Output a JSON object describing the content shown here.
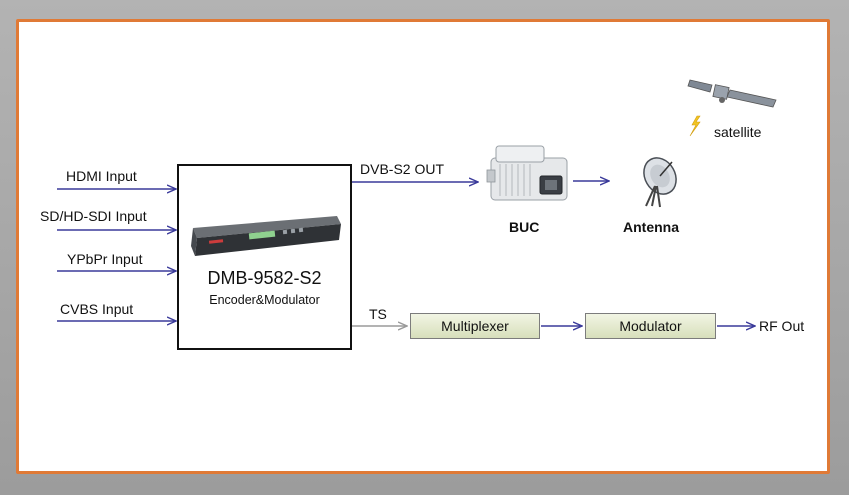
{
  "inputs": [
    {
      "label": "HDMI Input"
    },
    {
      "label": "SD/HD-SDI Input"
    },
    {
      "label": "YPbPr Input"
    },
    {
      "label": "CVBS Input"
    }
  ],
  "device": {
    "name": "DMB-9582-S2",
    "subtitle": "Encoder&Modulator"
  },
  "outputs": {
    "dvb_label": "DVB-S2 OUT",
    "ts_label": "TS",
    "rf_label": "RF Out"
  },
  "blocks": {
    "multiplexer": "Multiplexer",
    "modulator": "Modulator"
  },
  "equipment": {
    "buc": "BUC",
    "antenna": "Antenna",
    "satellite": "satellite"
  },
  "colors": {
    "arrow": "#3a3a9a",
    "ts_arrow": "#9a9a9a",
    "border": "#e07a36",
    "block_fill": "#e2e8c8"
  }
}
